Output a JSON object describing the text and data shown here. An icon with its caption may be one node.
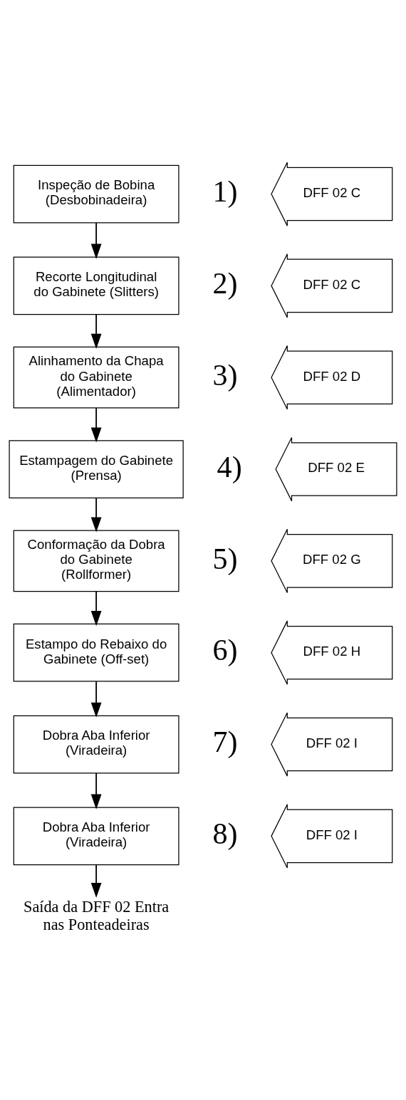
{
  "diagram": {
    "nodes": [
      {
        "text": [
          "Inspeção de Bobina (Desbobinadeira)"
        ],
        "beside": [
          "1)"
        ]
      },
      {
        "text": [
          "DFF 02 C"
        ]
      },
      {
        "text": [
          "Recorte Longitudinal do Gabinete (Slitters)"
        ],
        "beside": [
          "2)"
        ]
      },
      {
        "text": [
          "DFF 02 C"
        ]
      },
      {
        "text": [
          "Alinhamento da Chapa do Gabinete (Alimentador)"
        ],
        "beside": [
          "3)"
        ]
      },
      {
        "text": [
          "DFF 02 D"
        ]
      },
      {
        "text": [
          "Estampagem do Gabinete (Prensa)"
        ],
        "beside": [
          "4)"
        ]
      },
      {
        "text": [
          "DFF 02 E"
        ]
      },
      {
        "text": [
          "Conformação da Dobra do Gabinete (Rollformer)"
        ],
        "beside": [
          "5)"
        ]
      },
      {
        "text": [
          "DFF 02 G"
        ]
      },
      {
        "text": [
          "Estampo do Rebaixo do Gabinete (Off-set)"
        ],
        "beside": [
          "6)"
        ]
      },
      {
        "text": [
          "DFF 02 H"
        ]
      },
      {
        "text": [
          "Dobra Aba Inferior (Viradeira)"
        ],
        "beside": [
          "7)"
        ]
      },
      {
        "text": [
          "DFF 02 I"
        ]
      },
      {
        "text": [
          "Dobra Aba Inferior (Viradeira)"
        ],
        "beside": [
          "8)"
        ]
      },
      {
        "text": [
          "DFF 02 I"
        ]
      },
      {
        "text": [
          "Saída da DFF 02 Entra nas Ponteadeiras"
        ]
      }
    ],
    "edges": [
      {
        "from": 0,
        "to": 2,
        "arrow": "to"
      },
      {
        "from": 2,
        "to": 4,
        "arrow": "to"
      },
      {
        "from": 4,
        "to": 6,
        "arrow": "to"
      },
      {
        "from": 6,
        "to": 8,
        "arrow": "to"
      },
      {
        "from": 8,
        "to": 10,
        "arrow": "to"
      },
      {
        "from": 10,
        "to": 12,
        "arrow": "to"
      },
      {
        "from": 12,
        "to": 14,
        "arrow": "to"
      },
      {
        "from": 14,
        "to": 16,
        "arrow": "to"
      }
    ]
  }
}
